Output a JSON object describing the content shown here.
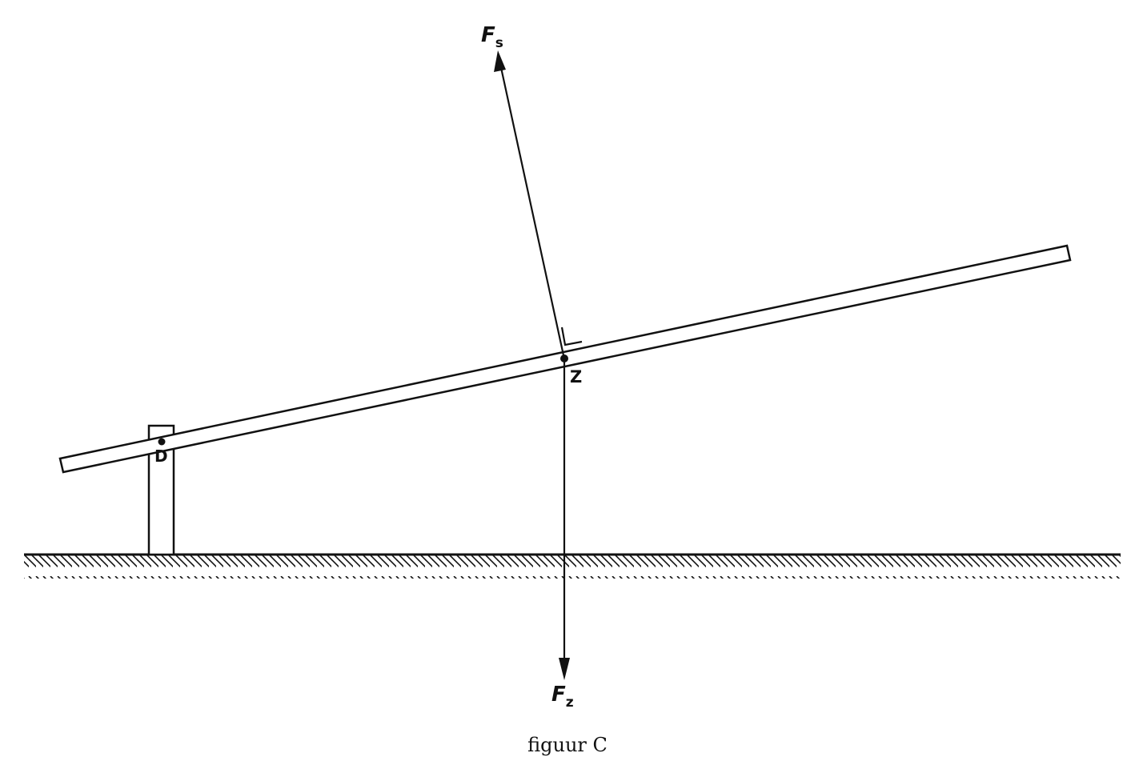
{
  "figure": {
    "caption": "figuur C",
    "labels": {
      "force_s_main": "F",
      "force_s_sub": "s",
      "force_z_main": "F",
      "force_z_sub": "z",
      "pivot": "D",
      "center": "Z"
    },
    "colors": {
      "ink": "#111111",
      "background": "#ffffff"
    }
  }
}
